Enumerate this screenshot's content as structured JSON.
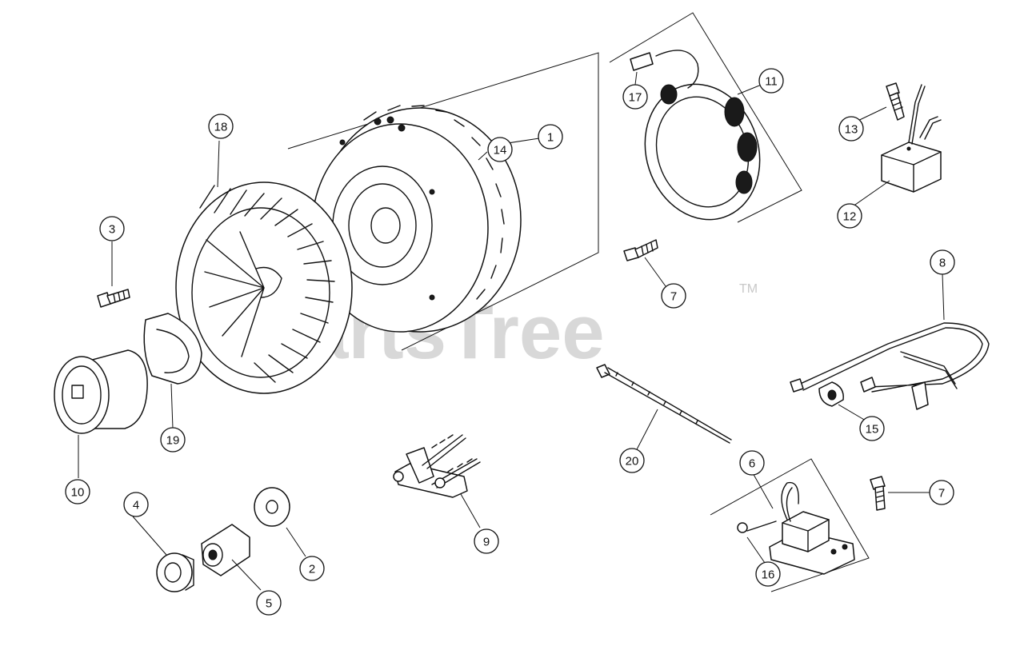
{
  "watermark": {
    "text": "PartsTree",
    "trademark": "TM",
    "color": "#c8c8c8"
  },
  "callouts": [
    "1",
    "2",
    "3",
    "4",
    "5",
    "6",
    "7",
    "7",
    "8",
    "9",
    "10",
    "11",
    "12",
    "13",
    "14",
    "15",
    "16",
    "17",
    "18",
    "19",
    "20"
  ]
}
